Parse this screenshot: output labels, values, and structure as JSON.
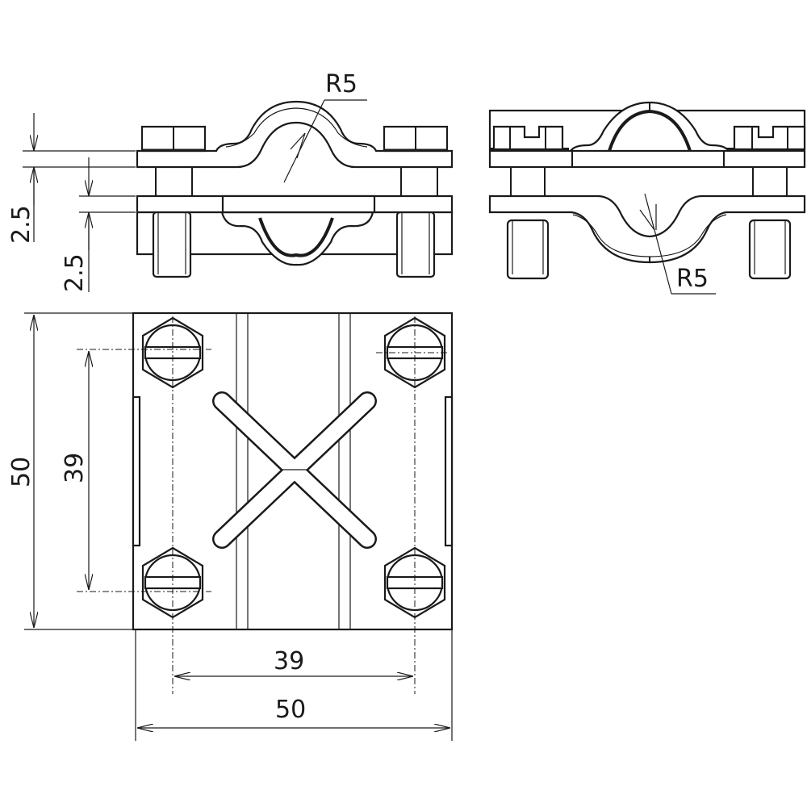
{
  "drawing": {
    "front_view": {
      "radius_label": "R5",
      "thickness_top_label": "2.5",
      "thickness_bottom_label": "2.5"
    },
    "side_view": {
      "radius_label": "R5"
    },
    "top_view": {
      "height_overall_label": "50",
      "height_bolt_spacing_label": "39",
      "width_bolt_spacing_label": "39",
      "width_overall_label": "50"
    }
  },
  "colors": {
    "line": "#1a1a1a",
    "background": "#ffffff"
  }
}
